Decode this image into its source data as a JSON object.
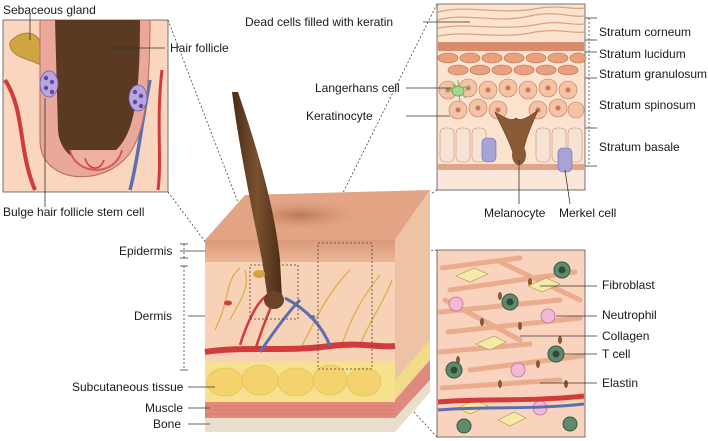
{
  "labels": {
    "sebaceous_gland": "Sebaceous gland",
    "hair_follicle": "Hair follicle",
    "bulge_stem_cell": "Bulge hair follicle stem cell",
    "dead_cells": "Dead cells filled with keratin",
    "langerhans": "Langerhans cell",
    "keratinocyte": "Keratinocyte",
    "melanocyte": "Melanocyte",
    "merkel": "Merkel cell",
    "stratum_corneum": "Stratum corneum",
    "stratum_lucidum": "Stratum lucidum",
    "stratum_granulosum": "Stratum granulosum",
    "stratum_spinosum": "Stratum spinosum",
    "stratum_basale": "Stratum basale",
    "epidermis": "Epidermis",
    "dermis": "Dermis",
    "subcutaneous": "Subcutaneous tissue",
    "muscle": "Muscle",
    "bone": "Bone",
    "fibroblast": "Fibroblast",
    "neutrophil": "Neutrophil",
    "collagen": "Collagen",
    "t_cell": "T cell",
    "elastin": "Elastin"
  },
  "colors": {
    "epidermis": "#e6a98a",
    "dermis": "#f7d2b6",
    "fat": "#f7e08e",
    "muscle": "#e4887c",
    "bone": "#e9ddcc",
    "hair": "#6b4325",
    "artery": "#d23b3b",
    "vein": "#5b6fb3",
    "nerve": "#d9b24a"
  }
}
